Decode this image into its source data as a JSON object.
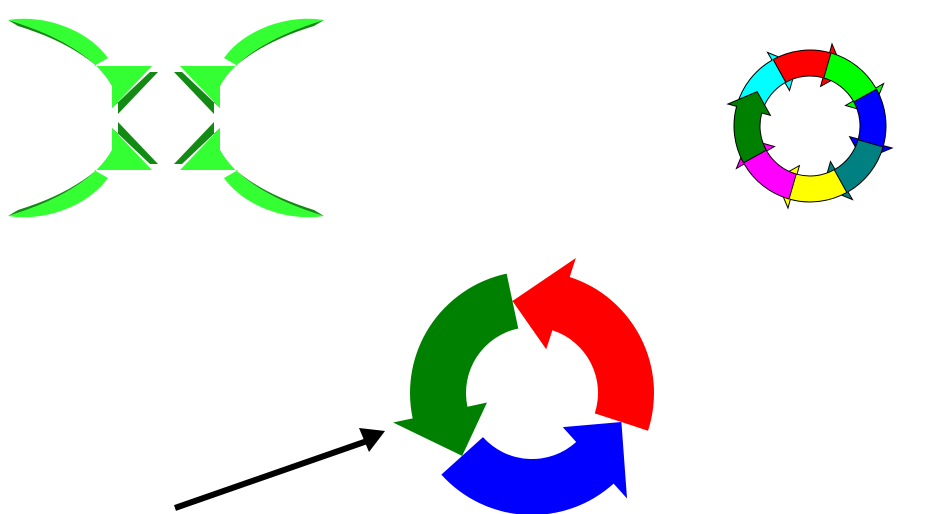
{
  "shapes": {
    "converging_arrows": {
      "icon": "four-curved-arrows-converging-icon",
      "colors": {
        "face": "#33ff33",
        "shadow": "#138a13"
      }
    },
    "eight_segment_cycle": {
      "icon": "eight-arrow-cycle-ring-icon",
      "segments": [
        {
          "name": "cyan",
          "color": "#00ffff"
        },
        {
          "name": "red",
          "color": "#ff0000"
        },
        {
          "name": "green",
          "color": "#00ff00"
        },
        {
          "name": "blue",
          "color": "#0000ff"
        },
        {
          "name": "teal",
          "color": "#008080"
        },
        {
          "name": "yellow",
          "color": "#ffff00"
        },
        {
          "name": "magenta",
          "color": "#ff00ff"
        },
        {
          "name": "dark-green",
          "color": "#008000"
        }
      ],
      "outline": "#000000"
    },
    "three_segment_cycle": {
      "icon": "three-arrow-cycle-ring-icon",
      "segments": [
        {
          "name": "red",
          "color": "#ff0000"
        },
        {
          "name": "blue",
          "color": "#0000ff"
        },
        {
          "name": "green",
          "color": "#008000"
        }
      ]
    },
    "pointer_arrow": {
      "icon": "straight-pointer-arrow-icon",
      "color": "#000000"
    }
  }
}
